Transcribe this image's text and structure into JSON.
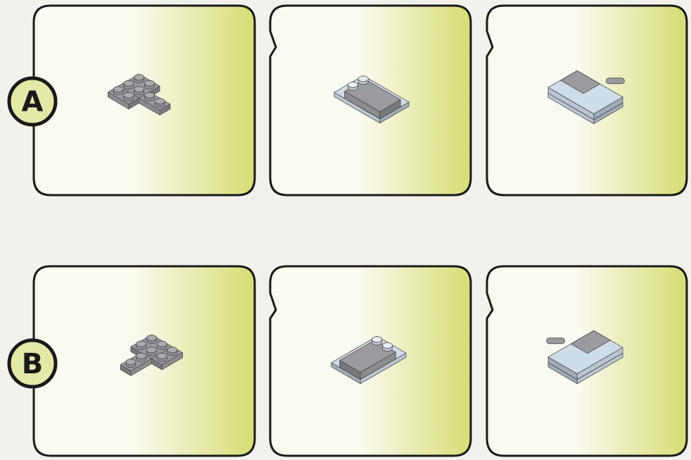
{
  "rows": [
    {
      "id": "a",
      "label": "A",
      "steps": [
        {
          "kind": "two-plates",
          "mirror": false
        },
        {
          "kind": "wedge-on-plate",
          "mirror": false
        },
        {
          "kind": "rounded-tile-with-bar",
          "mirror": false
        }
      ]
    },
    {
      "id": "b",
      "label": "B",
      "steps": [
        {
          "kind": "two-plates",
          "mirror": true
        },
        {
          "kind": "wedge-on-plate",
          "mirror": true
        },
        {
          "kind": "rounded-tile-with-bar",
          "mirror": true
        }
      ]
    }
  ],
  "colors": {
    "background": "#f2f2ec",
    "panel_fill_light": "#fbfaf0",
    "panel_fill_accent": "#d6dd74",
    "panel_stroke": "#1a1a1a",
    "label_fill": "#e5e9a8",
    "brick_dark_gray": "#9c9a9e",
    "brick_light_blue": "#cfdde9",
    "stud_white": "#e9eef4"
  }
}
